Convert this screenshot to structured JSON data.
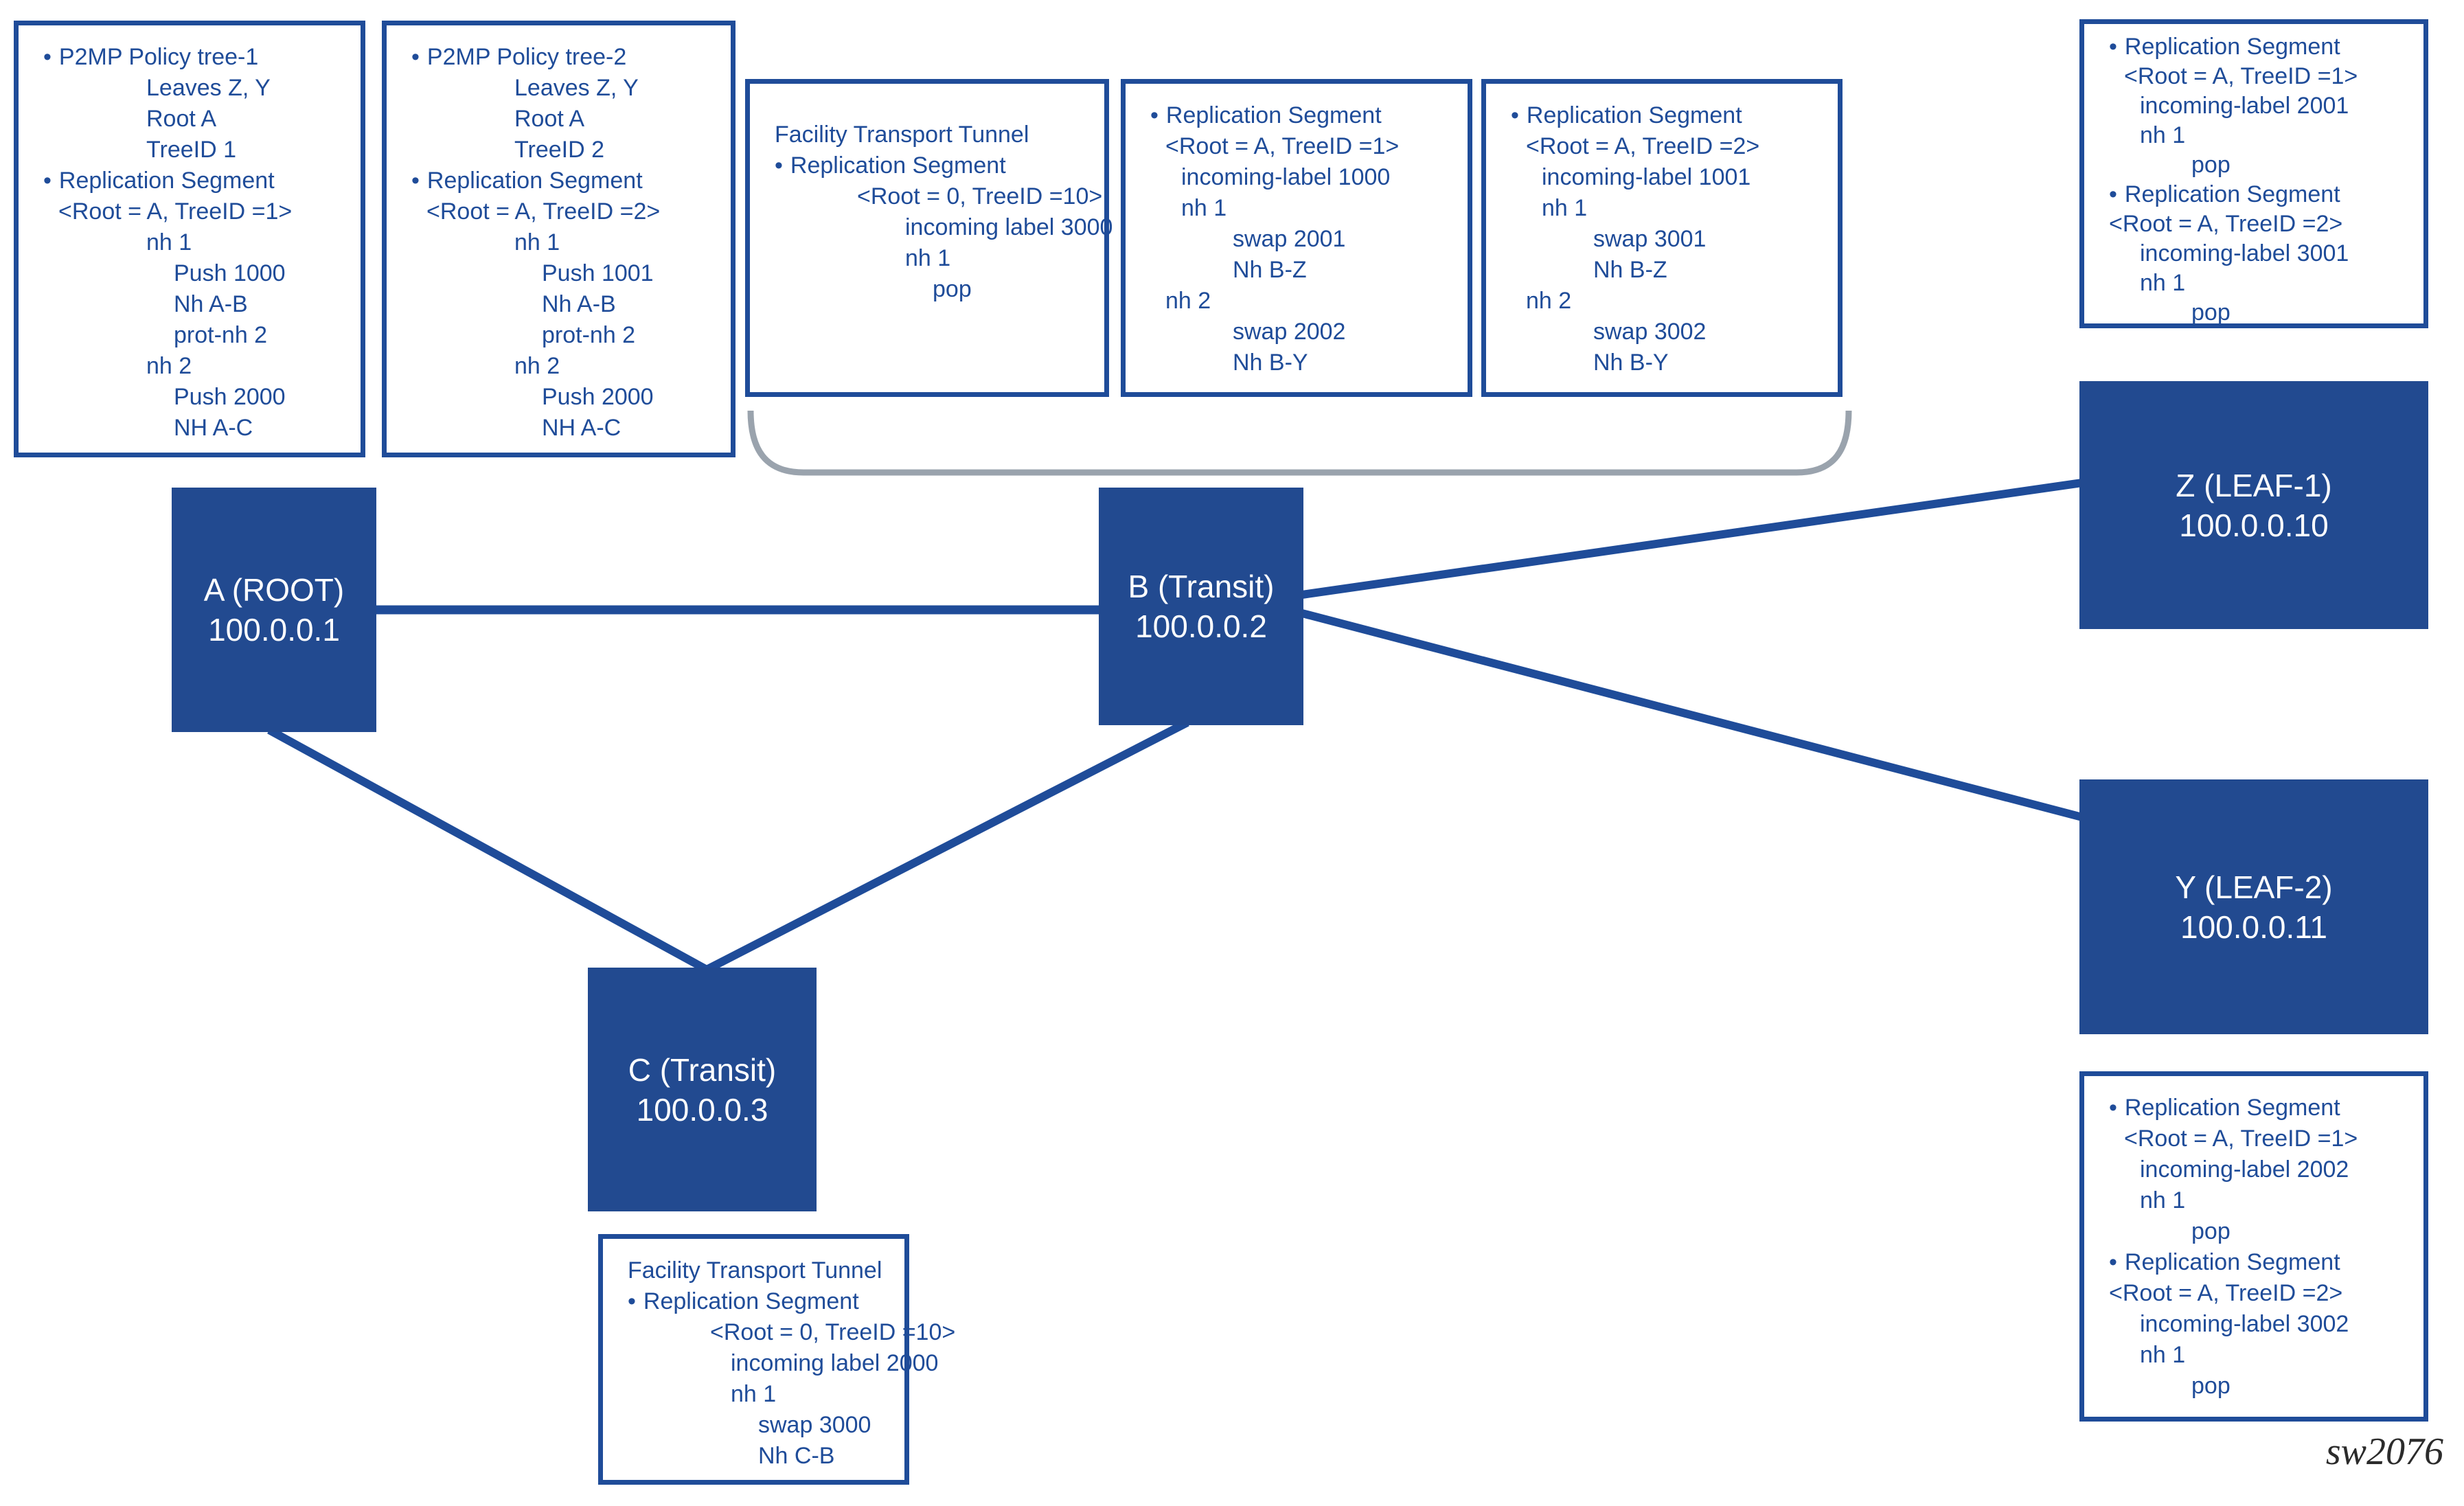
{
  "colors": {
    "blue": "#1f4c99",
    "fill": "#224a90",
    "gray": "#9aa3ad",
    "caption": "#2b2b2b"
  },
  "caption": "sw2076",
  "nodes": {
    "a": {
      "name": "A (ROOT)",
      "ip": "100.0.0.1"
    },
    "b": {
      "name": "B (Transit)",
      "ip": "100.0.0.2"
    },
    "c": {
      "name": "C (Transit)",
      "ip": "100.0.0.3"
    },
    "z": {
      "name": "Z (LEAF-1)",
      "ip": "100.0.0.10"
    },
    "y": {
      "name": "Y (LEAF-2)",
      "ip": "100.0.0.11"
    }
  },
  "edges": [
    {
      "from": "A",
      "to": "B"
    },
    {
      "from": "A",
      "to": "C"
    },
    {
      "from": "B",
      "to": "C"
    },
    {
      "from": "B",
      "to": "Z"
    },
    {
      "from": "B",
      "to": "Y"
    }
  ],
  "boxes": {
    "policy_tree_1": [
      {
        "t": "P2MP Policy tree-1",
        "lv": 0,
        "b": true
      },
      {
        "t": "Leaves Z, Y",
        "lv": 4
      },
      {
        "t": "Root A",
        "lv": 4
      },
      {
        "t": "TreeID 1",
        "lv": 4
      },
      {
        "t": "Replication Segment",
        "lv": 0,
        "b": true
      },
      {
        "t": "<Root = A, TreeID =1>",
        "lv": 1
      },
      {
        "t": "nh 1",
        "lv": 4
      },
      {
        "t": "Push 1000",
        "lv": 5
      },
      {
        "t": "Nh A-B",
        "lv": 5
      },
      {
        "t": "prot-nh 2",
        "lv": 5
      },
      {
        "t": "nh 2",
        "lv": 4
      },
      {
        "t": "Push 2000",
        "lv": 5
      },
      {
        "t": "NH A-C",
        "lv": 5
      }
    ],
    "policy_tree_2": [
      {
        "t": "P2MP Policy tree-2",
        "lv": 0,
        "b": true
      },
      {
        "t": "Leaves Z, Y",
        "lv": 4
      },
      {
        "t": "Root A",
        "lv": 4
      },
      {
        "t": "TreeID 2",
        "lv": 4
      },
      {
        "t": "Replication Segment",
        "lv": 0,
        "b": true
      },
      {
        "t": "<Root = A, TreeID =2>",
        "lv": 1
      },
      {
        "t": "nh 1",
        "lv": 4
      },
      {
        "t": "Push 1001",
        "lv": 5
      },
      {
        "t": "Nh A-B",
        "lv": 5
      },
      {
        "t": "prot-nh 2",
        "lv": 5
      },
      {
        "t": "nh 2",
        "lv": 4
      },
      {
        "t": "Push 2000",
        "lv": 5
      },
      {
        "t": "NH A-C",
        "lv": 5
      }
    ],
    "facility_tunnel_b": [
      {
        "t": "Facility Transport Tunnel",
        "lv": 0
      },
      {
        "t": "Replication Segment",
        "lv": 0,
        "b": true
      },
      {
        "t": "<Root = 0, TreeID =10>",
        "lv": 3
      },
      {
        "t": "incoming label 3000",
        "lv": 5
      },
      {
        "t": "nh 1",
        "lv": 5
      },
      {
        "t": "pop",
        "lv": 6
      }
    ],
    "replication_b_tree1": [
      {
        "t": "Replication Segment",
        "lv": 0,
        "b": true
      },
      {
        "t": "<Root = A, TreeID =1>",
        "lv": 1
      },
      {
        "t": "incoming-label 1000",
        "lv": 2
      },
      {
        "t": "nh 1",
        "lv": 2
      },
      {
        "t": "swap 2001",
        "lv": 3
      },
      {
        "t": "Nh B-Z",
        "lv": 3
      },
      {
        "t": "nh 2",
        "lv": 1
      },
      {
        "t": "swap 2002",
        "lv": 3
      },
      {
        "t": "Nh B-Y",
        "lv": 3
      }
    ],
    "replication_b_tree2": [
      {
        "t": "Replication Segment",
        "lv": 0,
        "b": true
      },
      {
        "t": "<Root = A, TreeID =2>",
        "lv": 1
      },
      {
        "t": "incoming-label 1001",
        "lv": 2
      },
      {
        "t": "nh 1",
        "lv": 2
      },
      {
        "t": "swap 3001",
        "lv": 3
      },
      {
        "t": "Nh B-Z",
        "lv": 3
      },
      {
        "t": "nh 2",
        "lv": 1
      },
      {
        "t": "swap 3002",
        "lv": 3
      },
      {
        "t": "Nh B-Y",
        "lv": 3
      }
    ],
    "replication_z": [
      {
        "t": "Replication Segment",
        "lv": 0,
        "b": true
      },
      {
        "t": "<Root = A, TreeID =1>",
        "lv": 1
      },
      {
        "t": "incoming-label 2001",
        "lv": 2
      },
      {
        "t": "nh 1",
        "lv": 2
      },
      {
        "t": "pop",
        "lv": 3
      },
      {
        "t": "Replication Segment",
        "lv": 0,
        "b": true
      },
      {
        "t": "<Root = A, TreeID =2>",
        "lv": 0
      },
      {
        "t": "incoming-label 3001",
        "lv": 2
      },
      {
        "t": "nh 1",
        "lv": 2
      },
      {
        "t": "pop",
        "lv": 3
      }
    ],
    "replication_y": [
      {
        "t": "Replication Segment",
        "lv": 0,
        "b": true
      },
      {
        "t": "<Root = A, TreeID =1>",
        "lv": 1
      },
      {
        "t": "incoming-label 2002",
        "lv": 2
      },
      {
        "t": "nh 1",
        "lv": 2
      },
      {
        "t": "pop",
        "lv": 3
      },
      {
        "t": "Replication Segment",
        "lv": 0,
        "b": true
      },
      {
        "t": "<Root = A, TreeID =2>",
        "lv": 0
      },
      {
        "t": "incoming-label 3002",
        "lv": 2
      },
      {
        "t": "nh 1",
        "lv": 2
      },
      {
        "t": "pop",
        "lv": 3
      }
    ],
    "facility_tunnel_c": [
      {
        "t": "Facility Transport Tunnel",
        "lv": 0
      },
      {
        "t": "Replication Segment",
        "lv": 0,
        "b": true
      },
      {
        "t": "<Root = 0, TreeID =10>",
        "lv": 3
      },
      {
        "t": "incoming label 2000",
        "lv": 4
      },
      {
        "t": "nh 1",
        "lv": 4
      },
      {
        "t": "swap 3000",
        "lv": 5
      },
      {
        "t": "Nh C-B",
        "lv": 5
      }
    ]
  }
}
